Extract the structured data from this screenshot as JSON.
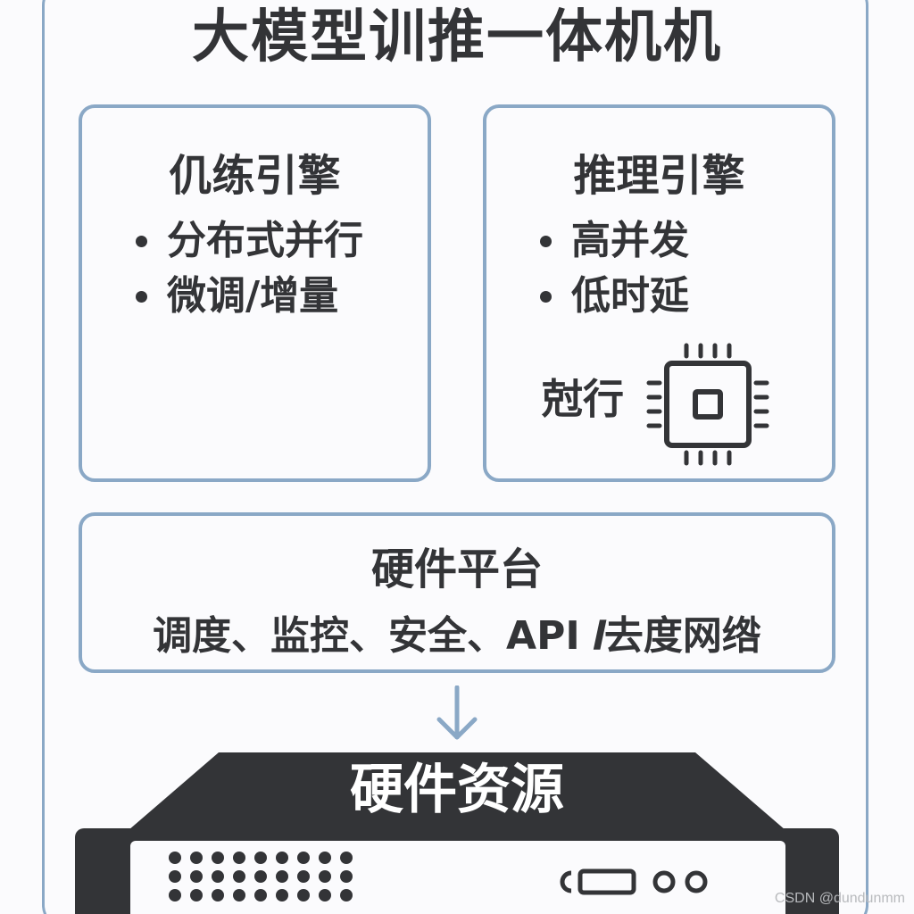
{
  "title": "大模型训推一体机机",
  "training": {
    "title": "仉练引擎",
    "bullets": [
      "分布式并行",
      "微调/增量"
    ]
  },
  "inference": {
    "title": "推理引擎",
    "bullets": [
      "高并发",
      "低时延"
    ],
    "chip_label": "尅行",
    "chip_icon": "chip-icon"
  },
  "platform": {
    "title": "硬件平台",
    "subtitle": "调度、监控、安全、API 𝒍去度网绺"
  },
  "arrow_icon": "arrow-down-icon",
  "hardware": {
    "title": "硬件资源",
    "icon": "server-rack-icon"
  },
  "watermark": "CSDN @dundunmm",
  "colors": {
    "frame": "#8aa8c6",
    "text": "#333437",
    "server": "#333437",
    "background": "#fbfbfd"
  }
}
